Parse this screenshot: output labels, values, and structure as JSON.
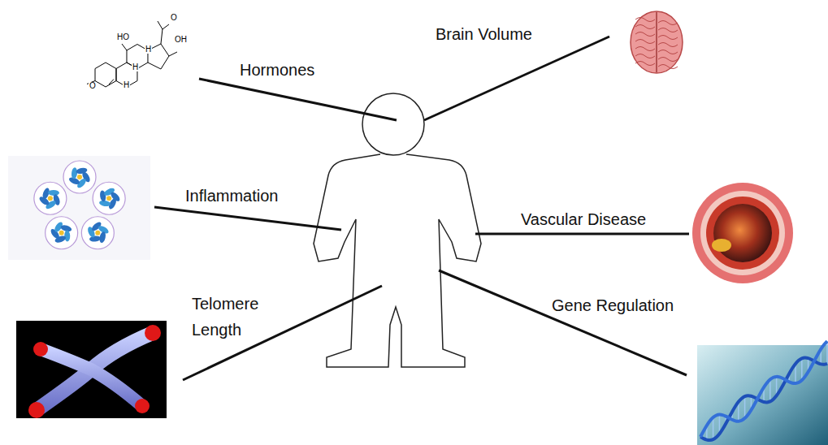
{
  "diagram": {
    "labels": [
      "Hormones",
      "Brain Volume",
      "Inflammation",
      "Vascular Disease",
      "Telomere Length",
      "Gene Regulation",
      "HO",
      "O",
      "OH",
      "O",
      "H",
      "H",
      "H"
    ]
  }
}
